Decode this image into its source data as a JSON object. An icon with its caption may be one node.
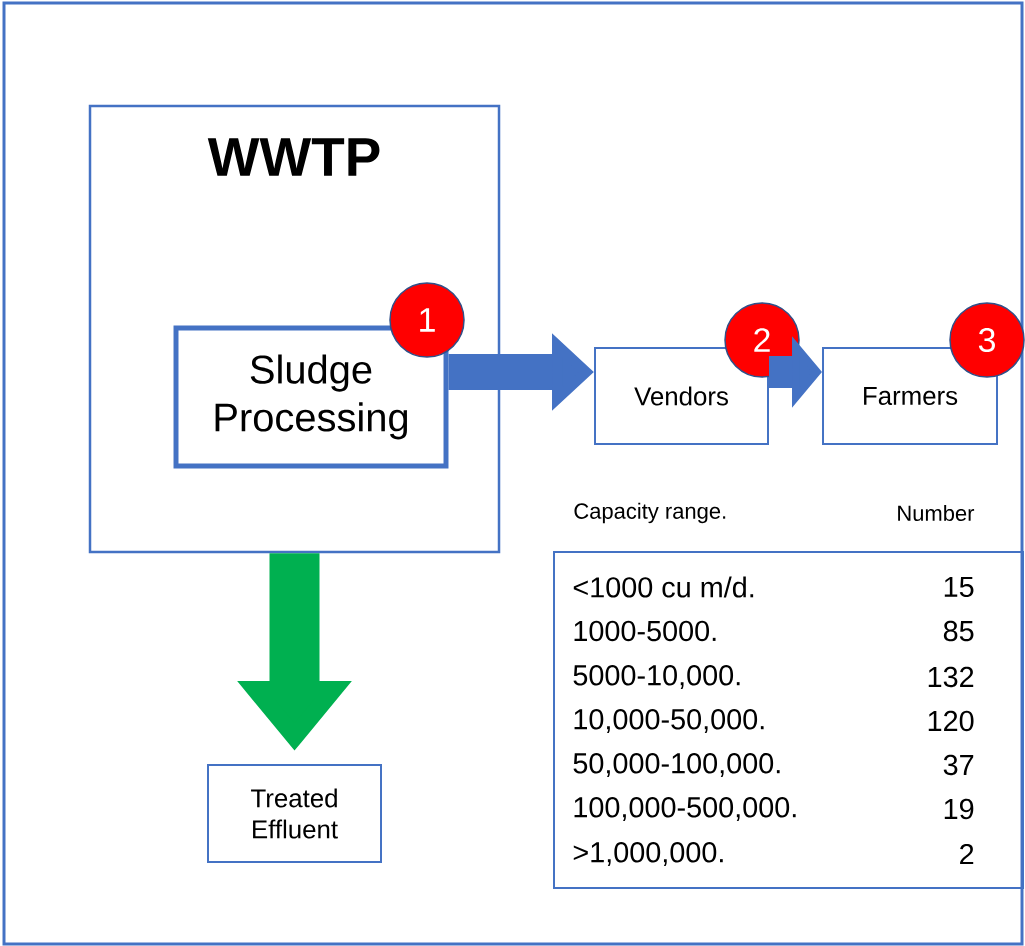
{
  "diagram": {
    "nodes": [
      {
        "text": [
          "WWTP"
        ]
      },
      {
        "text": [
          "1"
        ],
        "in": 0
      },
      {
        "text": [
          "Sludge Processing"
        ],
        "in": 0
      },
      {
        "text": [
          "2"
        ]
      },
      {
        "text": [
          "Vendors"
        ]
      },
      {
        "text": [
          "3"
        ]
      },
      {
        "text": [
          "Farmers"
        ]
      },
      {
        "text": [
          "Treated Effluent"
        ]
      },
      {
        "text": [
          "<1000 cu m/d.",
          "15",
          "1000-5000.",
          "85",
          "5000-10,000.",
          "132",
          "10,000-50,000.",
          "120",
          "50,000-100,000.",
          "37",
          "100,000-500,000.",
          "19",
          ">1,000,000.",
          "2"
        ]
      }
    ],
    "edges": [
      {
        "from": 2,
        "to": 4,
        "arrow": "to"
      },
      {
        "from": 4,
        "to": 6,
        "arrow": "to"
      },
      {
        "from": 0,
        "to": 7,
        "arrow": "to",
        "color": "#00b050"
      }
    ],
    "labels": [
      "Capacity range.",
      "Number"
    ]
  }
}
